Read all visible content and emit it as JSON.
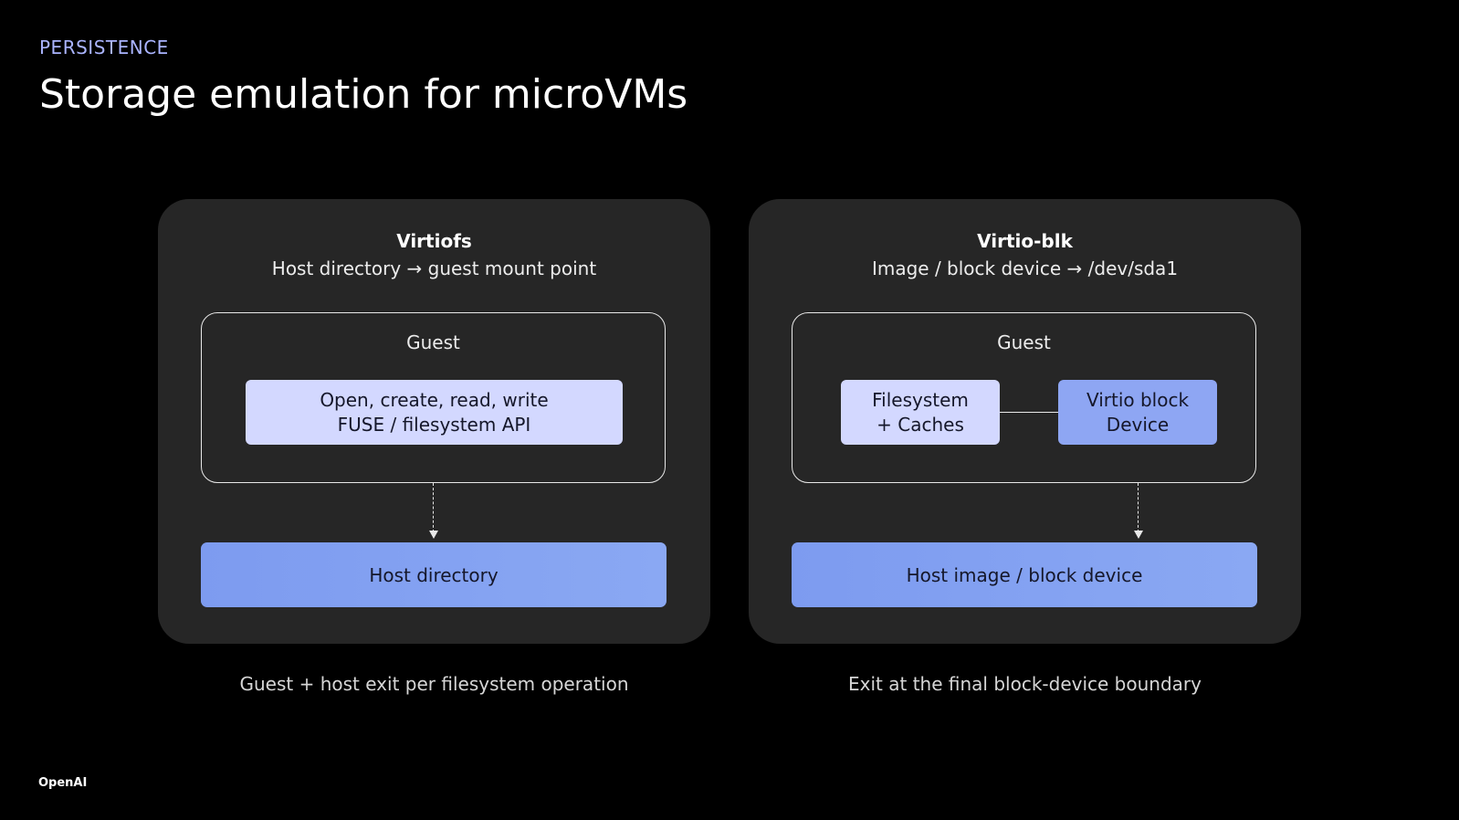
{
  "header": {
    "eyebrow": "PERSISTENCE",
    "title": "Storage emulation for microVMs"
  },
  "left_panel": {
    "heading": "Virtiofs",
    "subheading": "Host directory → guest mount point",
    "guest_label": "Guest",
    "fs_api_line1": "Open, create, read, write",
    "fs_api_line2": "FUSE / filesystem API",
    "host_label": "Host directory",
    "caption": "Guest + host exit per filesystem operation"
  },
  "right_panel": {
    "heading": "Virtio-blk",
    "subheading": "Image / block device → /dev/sda1",
    "guest_label": "Guest",
    "fs_line1": "Filesystem",
    "fs_line2": "+ Caches",
    "vblock_line1": "Virtio block",
    "vblock_line2": "Device",
    "host_label": "Host image / block device",
    "caption": "Exit at the final block-device boundary"
  },
  "footer": {
    "brand": "OpenAI"
  },
  "colors": {
    "background": "#000000",
    "panel": "#262626",
    "accent_text": "#aab4ff",
    "pill_light": "#d3d8ff",
    "pill_mid": "#8ea6f3",
    "host_box": "#8aa8f3"
  }
}
